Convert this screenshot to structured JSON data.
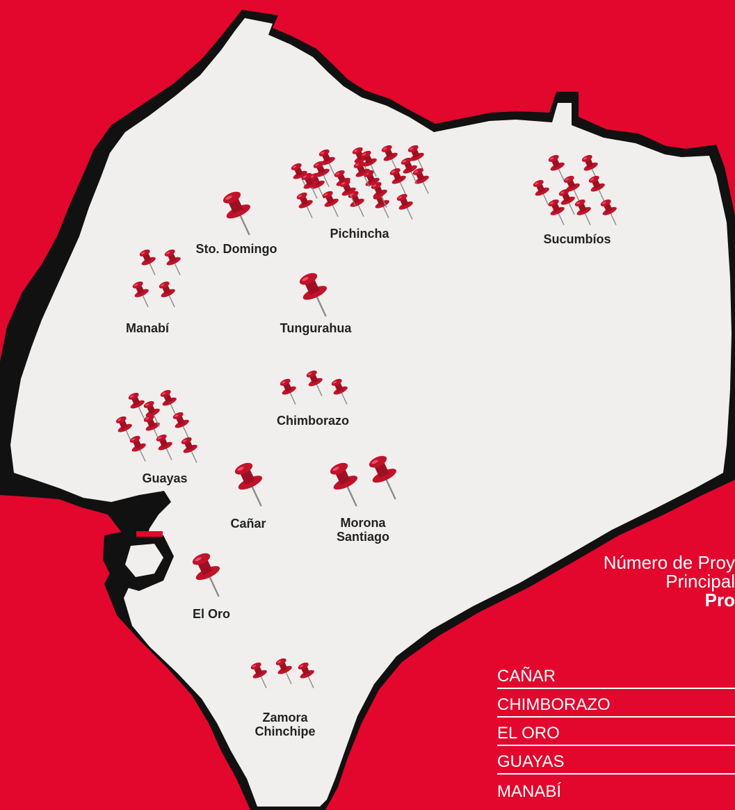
{
  "colors": {
    "background": "#e3062d",
    "map_fill": "#f0efee",
    "map_edge": "#111111",
    "pin": "#c0132a"
  },
  "provinces": [
    {
      "name": "Pichincha",
      "label_lines": [
        "Pichincha"
      ],
      "pins": 22
    },
    {
      "name": "Sucumbíos",
      "label_lines": [
        "Sucumbíos"
      ],
      "pins": 9
    },
    {
      "name": "Sto. Domingo",
      "label_lines": [
        "Sto. Domingo"
      ],
      "pins": 1
    },
    {
      "name": "Manabí",
      "label_lines": [
        "Manabí"
      ],
      "pins": 4
    },
    {
      "name": "Tungurahua",
      "label_lines": [
        "Tungurahua"
      ],
      "pins": 1
    },
    {
      "name": "Chimborazo",
      "label_lines": [
        "Chimborazo"
      ],
      "pins": 3
    },
    {
      "name": "Guayas",
      "label_lines": [
        "Guayas"
      ],
      "pins": 9
    },
    {
      "name": "Cañar",
      "label_lines": [
        "Cañar"
      ],
      "pins": 1
    },
    {
      "name": "Morona Santiago",
      "label_lines": [
        "Morona",
        "Santiago"
      ],
      "pins": 2
    },
    {
      "name": "El Oro",
      "label_lines": [
        "El Oro"
      ],
      "pins": 1
    },
    {
      "name": "Zamora Chinchipe",
      "label_lines": [
        "Zamora",
        "Chinchipe"
      ],
      "pins": 3
    }
  ],
  "title": {
    "line1": "Número de Proy",
    "line2": "Principal",
    "line3": "Pro"
  },
  "legend": {
    "rows": [
      "CAÑAR",
      "CHIMBORAZO",
      "EL ORO",
      "GUAYAS",
      "MANABÍ"
    ]
  }
}
